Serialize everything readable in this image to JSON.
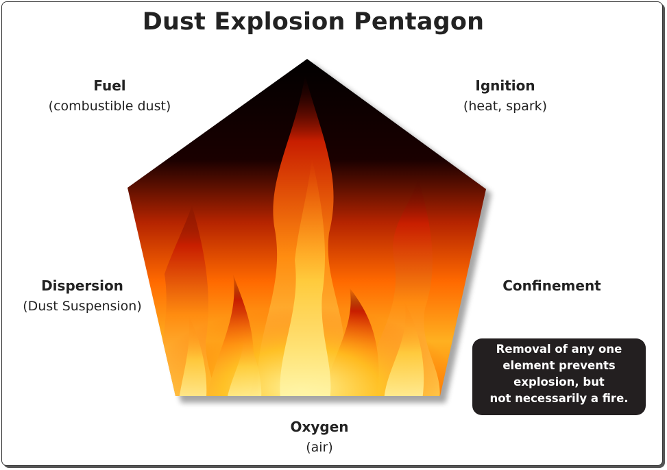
{
  "title": "Dust Explosion Pentagon",
  "elements": {
    "fuel": {
      "name": "Fuel",
      "detail": "(combustible dust)"
    },
    "ignition": {
      "name": "Ignition",
      "detail": "(heat, spark)"
    },
    "dispersion": {
      "name": "Dispersion",
      "detail": "(Dust Suspension)"
    },
    "confinement": {
      "name": "Confinement"
    },
    "oxygen": {
      "name": "Oxygen",
      "detail": "(air)"
    }
  },
  "note": {
    "lines": [
      "Removal of any one",
      "element prevents",
      "explosion, but",
      "not necessarily a fire."
    ]
  },
  "colors": {
    "flame_core": "#fff27a",
    "flame_mid": "#ff9a10",
    "flame_outer": "#d62a00",
    "smoke": "#000000",
    "note_bg": "#231f20"
  },
  "icons": {
    "center_image": "fire-flames-icon"
  }
}
